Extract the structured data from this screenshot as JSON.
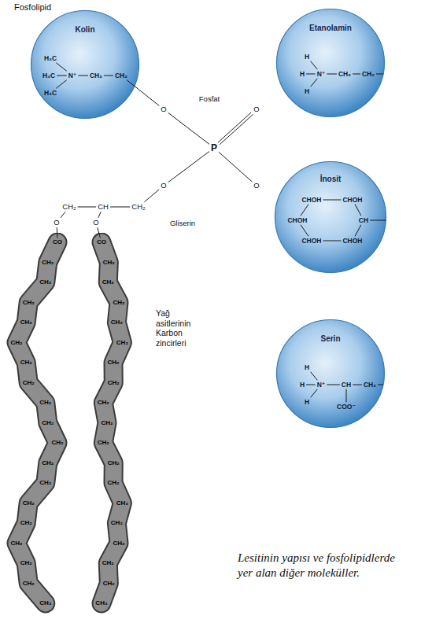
{
  "diagram": {
    "title": "Fosfolipid",
    "caption": "Lesitinin yapısı ve fosfolipidlerde yer alan diğer moleküller.",
    "nodes": [
      {
        "text": [
          "Kolin",
          "H₃C",
          "H₃C",
          "N⁺",
          "CH₂",
          "CH₂",
          "H₃C"
        ]
      },
      {
        "text": [
          "Etanolamin",
          "H",
          "H",
          "N⁺",
          "CH₂",
          "CH₂",
          "H"
        ]
      },
      {
        "text": [
          "İnosit",
          "CHOH",
          "CHOH",
          "CHOH",
          "CH",
          "CHOH",
          "CHOH"
        ]
      },
      {
        "text": [
          "Serin",
          "H",
          "H",
          "N⁺",
          "CH",
          "CH₂",
          "H",
          "COO⁻"
        ]
      },
      {
        "text": [
          "CO",
          "CH₂",
          "CH₂",
          "CH₂",
          "CH₂",
          "CH₂",
          "CH₂",
          "CH₂",
          "CH₂",
          "CH₂",
          "CH₂",
          "CH₂",
          "CH₂",
          "CH₂",
          "CH₂",
          "CH₂",
          "CH₂",
          "CH₂",
          "CH₃"
        ]
      },
      {
        "text": [
          "CO",
          "CH₂",
          "CH₂",
          "CH₂",
          "CH₂",
          "CH₂",
          "CH₂",
          "CH₂",
          "CH₂",
          "CH₂",
          "CH₂",
          "CH₂",
          "CH₂",
          "CH₂",
          "CH₂",
          "CH₂",
          "CH₂",
          "CH₂",
          "CH₃"
        ]
      }
    ],
    "labels": [
      "Fosfat",
      "O",
      "P",
      "O",
      "O",
      "O",
      "CH₂",
      "CH",
      "CH₂",
      "Gliserin",
      "O",
      "O",
      "Yağ asitlerinin Karbon zincirleri"
    ]
  }
}
